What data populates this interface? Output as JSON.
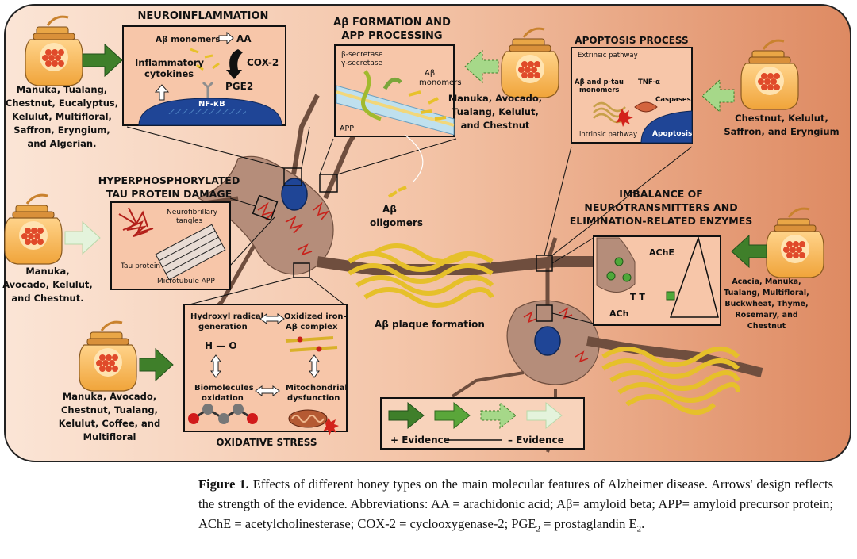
{
  "neuroinflammation": {
    "title": "NEUROINFLAMMATION",
    "ab_monomers": "Aβ monomers",
    "aa": "AA",
    "inflammatory_cytokines": [
      "Inflammatory",
      "cytokines"
    ],
    "cox2": "COX-2",
    "pge2": "PGE2",
    "nfkb": "NF-κB",
    "honeys": [
      "Manuka, Tualang,",
      "Chestnut, Eucalyptus,",
      "Kelulut, Multifloral,",
      "Saffron, Eryngium,",
      "and Algerian."
    ]
  },
  "ab_formation": {
    "title": [
      "Aβ FORMATION AND",
      "APP PROCESSING"
    ],
    "beta_secretase": "β-secretase",
    "gamma_secretase": "γ-secretase",
    "ab_monomers": [
      "Aβ",
      "monomers"
    ],
    "app": "APP",
    "honeys": [
      "Manuka, Avocado,",
      "Tualang, Kelulut,",
      "and Chestnut"
    ]
  },
  "apoptosis": {
    "title": "APOPTOSIS PROCESS",
    "extrinsic": "Extrinsic pathway",
    "ab_ptau": [
      "Aβ and p-tau",
      "monomers"
    ],
    "tnf": "TNF-α",
    "caspases": "Caspases",
    "intrinsic": "intrinsic pathway",
    "apoptosis": "Apoptosis",
    "honeys": [
      "Chestnut, Kelulut,",
      "Saffron, and Eryngium"
    ]
  },
  "tau": {
    "title": [
      "HYPERPHOSPHORYLATED",
      "TAU PROTEIN DAMAGE"
    ],
    "nft": [
      "Neurofibrillary",
      "tangles"
    ],
    "tau_protein": "Tau protein",
    "microtubule": "Microtubule APP",
    "honeys": [
      "Manuka,",
      "Avocado, Kelulut,",
      "and Chestnut."
    ]
  },
  "oligomers": [
    "Aβ",
    "oligomers"
  ],
  "plaque": "Aβ plaque formation",
  "neurotransmitters": {
    "title": [
      "IMBALANCE OF",
      "NEUROTRANSMITTERS AND",
      "ELIMINATION-RELATED ENZYMES"
    ],
    "ache": "AChE",
    "ach": "ACh",
    "honeys": [
      "Acacia, Manuka,",
      "Tualang, Multifloral,",
      "Buckwheat, Thyme,",
      "Rosemary, and",
      "Chestnut"
    ]
  },
  "oxidative": {
    "title": "OXIDATIVE STRESS",
    "hydroxyl": [
      "Hydroxyl radical",
      "generation"
    ],
    "oxidized_iron": [
      "Oxidized iron-",
      "Aβ complex"
    ],
    "biomolecules": [
      "Biomolecules",
      "oxidation"
    ],
    "mitochondrial": [
      "Mitochondrial",
      "dysfunction"
    ],
    "h_o": "H — O",
    "honeys": [
      "Manuka, Avocado,",
      "Chestnut, Tualang,",
      "Kelulut, Coffee, and",
      "Multifloral"
    ]
  },
  "legend": {
    "plus": "+ Evidence",
    "minus": "– Evidence"
  },
  "caption": {
    "figure": "Figure 1.",
    "text": "Effects of different honey types on the main molecular features of Alzheimer disease. Arrows' design reflects the strength of the evidence. Abbreviations: AA = arachidonic acid; Aβ= amyloid beta; APP= amyloid precursor protein; AChE = acetylcholinesterase; COX-2 = cyclooxygenase-2; PGE",
    "pge_sub": "2",
    "pge_rest": " = prostaglandin E",
    "e_sub": "2",
    "end": "."
  },
  "colors": {
    "arrow_strong": "#3f7f2a",
    "arrow_medium": "#5aa63a",
    "arrow_dotted": "#a6d889",
    "arrow_weak": "#e4f3dc",
    "panel_bg_light": "#f8d9c5",
    "panel_bg_dark": "#e2906b",
    "nucleus": "#1f4596",
    "neuron": "#b08774",
    "plaque": "#e0b922"
  }
}
